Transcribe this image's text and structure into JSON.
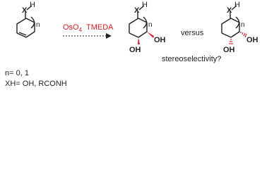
{
  "reactant": {
    "substituent": "X",
    "hydrogen": "H",
    "ring_subscript": "n"
  },
  "reagents": {
    "oxidant": "OsO",
    "oxidant_subscript": "4",
    "ligand": "TMEDA",
    "reagent_color": "#d62027"
  },
  "product_a": {
    "substituent": "X",
    "hydrogen": "H",
    "ring_subscript": "n",
    "hydroxyl_1": "OH",
    "hydroxyl_2": "OH",
    "stereo_type": "wedged"
  },
  "connector": "versus",
  "product_b": {
    "substituent": "X",
    "hydrogen": "H",
    "ring_subscript": "n",
    "hydroxyl_1": "OH",
    "hydroxyl_2": "OH",
    "stereo_type": "hashed"
  },
  "question": "stereoselectivity?",
  "conditions": {
    "n_values": "n= 0, 1",
    "xh_definition": "XH= OH, RCONH"
  },
  "colors": {
    "ink": "#231f20",
    "accent": "#d62027"
  }
}
